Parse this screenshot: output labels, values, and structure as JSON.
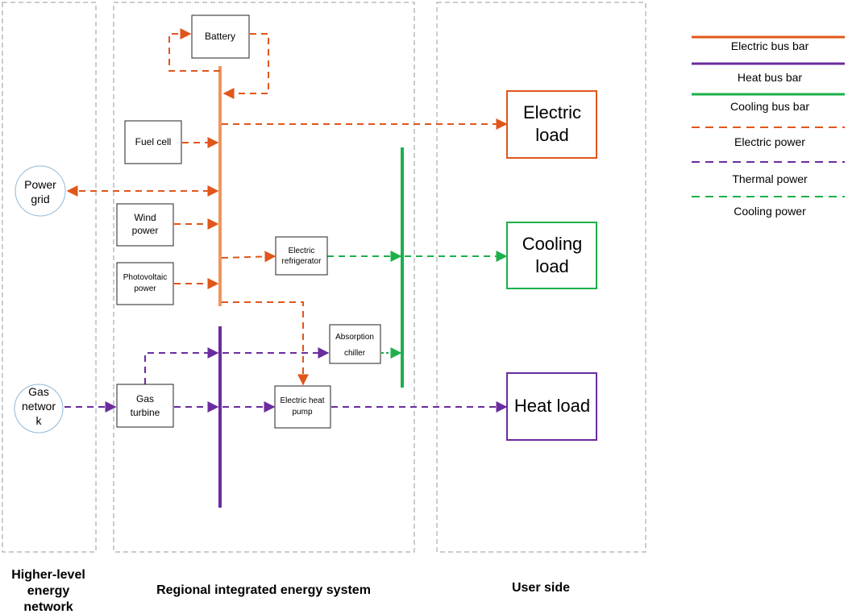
{
  "regions": {
    "higher_level": [
      "Higher-level",
      "energy",
      "network"
    ],
    "regional": "Regional integrated energy system",
    "user_side": "User side"
  },
  "components": {
    "battery": "Battery",
    "fuel_cell": "Fuel cell",
    "wind_power": [
      "Wind",
      "power"
    ],
    "photovoltaic": [
      "Photovoltaic",
      "power"
    ],
    "gas_turbine": [
      "Gas",
      "turbine"
    ],
    "electric_refrigerator": [
      "Electric",
      "refrigerator"
    ],
    "absorption_chiller": [
      "Absorption",
      "chiller"
    ],
    "electric_heat_pump": [
      "Electric heat",
      "pump"
    ],
    "power_grid": [
      "Power",
      "grid"
    ],
    "gas_network": [
      "Gas",
      "networ",
      "k"
    ]
  },
  "loads": {
    "electric": [
      "Electric",
      "load"
    ],
    "cooling": [
      "Cooling",
      "load"
    ],
    "heat": "Heat load"
  },
  "legend": {
    "items": [
      {
        "label": "Electric bus bar",
        "style": "solid",
        "color": "#e0561b"
      },
      {
        "label": "Heat bus bar",
        "style": "solid",
        "color": "#6b2c9e"
      },
      {
        "label": "Cooling bus bar",
        "style": "solid",
        "color": "#1bb04a"
      },
      {
        "label": "Electric power",
        "style": "dashed",
        "color": "#e0561b"
      },
      {
        "label": "Thermal power",
        "style": "dashed",
        "color": "#6b2c9e"
      },
      {
        "label": "Cooling power",
        "style": "dashed",
        "color": "#1bb04a"
      }
    ]
  },
  "colors": {
    "electric": "#e0561b",
    "electric_bus": "#f0955d",
    "heat": "#6b2c9e",
    "cooling": "#1bb04a"
  }
}
